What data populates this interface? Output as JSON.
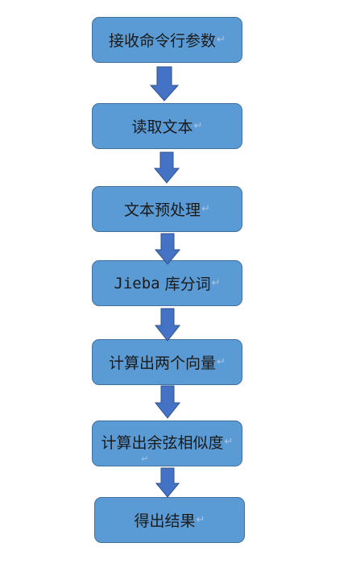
{
  "flowchart": {
    "steps": [
      {
        "id": "step-1",
        "label": "接收命令行参数"
      },
      {
        "id": "step-2",
        "label": "读取文本"
      },
      {
        "id": "step-3",
        "label": "文本预处理"
      },
      {
        "id": "step-4",
        "label_prefix": "Jieba",
        "label_suffix": " 库分词"
      },
      {
        "id": "step-5",
        "label": "计算出两个向量"
      },
      {
        "id": "step-6",
        "label": "计算出余弦相似度"
      },
      {
        "id": "step-7",
        "label": "得出结果"
      }
    ],
    "paragraph_mark": "↵",
    "colors": {
      "box_fill": "#5b9bd5",
      "box_border": "#41719c",
      "arrow_fill": "#4472c4",
      "arrow_border": "#2f528f"
    }
  }
}
